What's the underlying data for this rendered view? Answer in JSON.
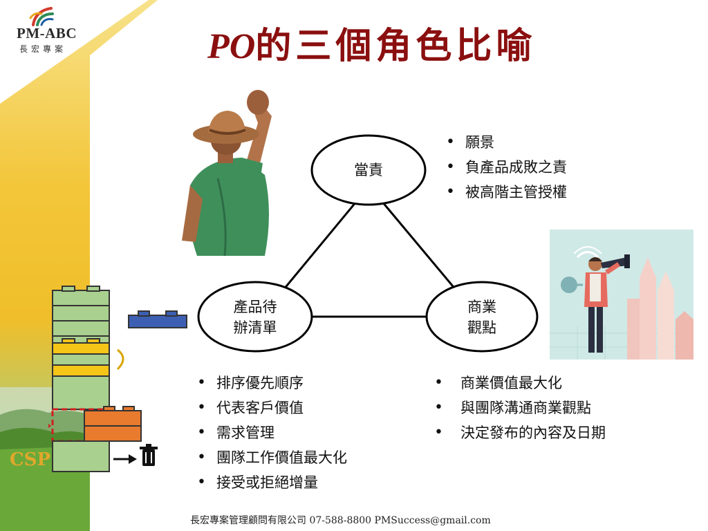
{
  "logo": {
    "name": "PM-ABC",
    "subtitle": "長宏專案"
  },
  "title": {
    "prefix": "PO",
    "text": "的三個角色比喻"
  },
  "diagram": {
    "nodes": {
      "accountability": "當責",
      "backlog": [
        "產品待",
        "辦清單"
      ],
      "business": [
        "商業",
        "觀點"
      ]
    }
  },
  "lists": {
    "accountability": [
      "願景",
      "負產品成敗之責",
      "被高階主管授權"
    ],
    "backlog": [
      "排序優先順序",
      "代表客戶價值",
      "需求管理",
      "團隊工作價值最大化",
      "接受或拒絕增量"
    ],
    "business": [
      "商業價值最大化",
      "與團隊溝通商業觀點",
      "決定發布的內容及日期"
    ]
  },
  "side_label": "CSP",
  "footer": "長宏專案管理顧問有限公司 07-588-8800 PMSuccess@gmail.com",
  "colors": {
    "title": "#8b0f0f",
    "band_yellow": "#f2c233",
    "lego_green": "#a9d08e",
    "lego_yellow": "#f5c518",
    "lego_orange": "#e87b2e",
    "lego_blue": "#3d5fb3"
  },
  "icons": [
    "farmer-illustration",
    "telescope-man-illustration",
    "lego-stack-illustration",
    "trash-icon",
    "arrow-right-icon"
  ]
}
